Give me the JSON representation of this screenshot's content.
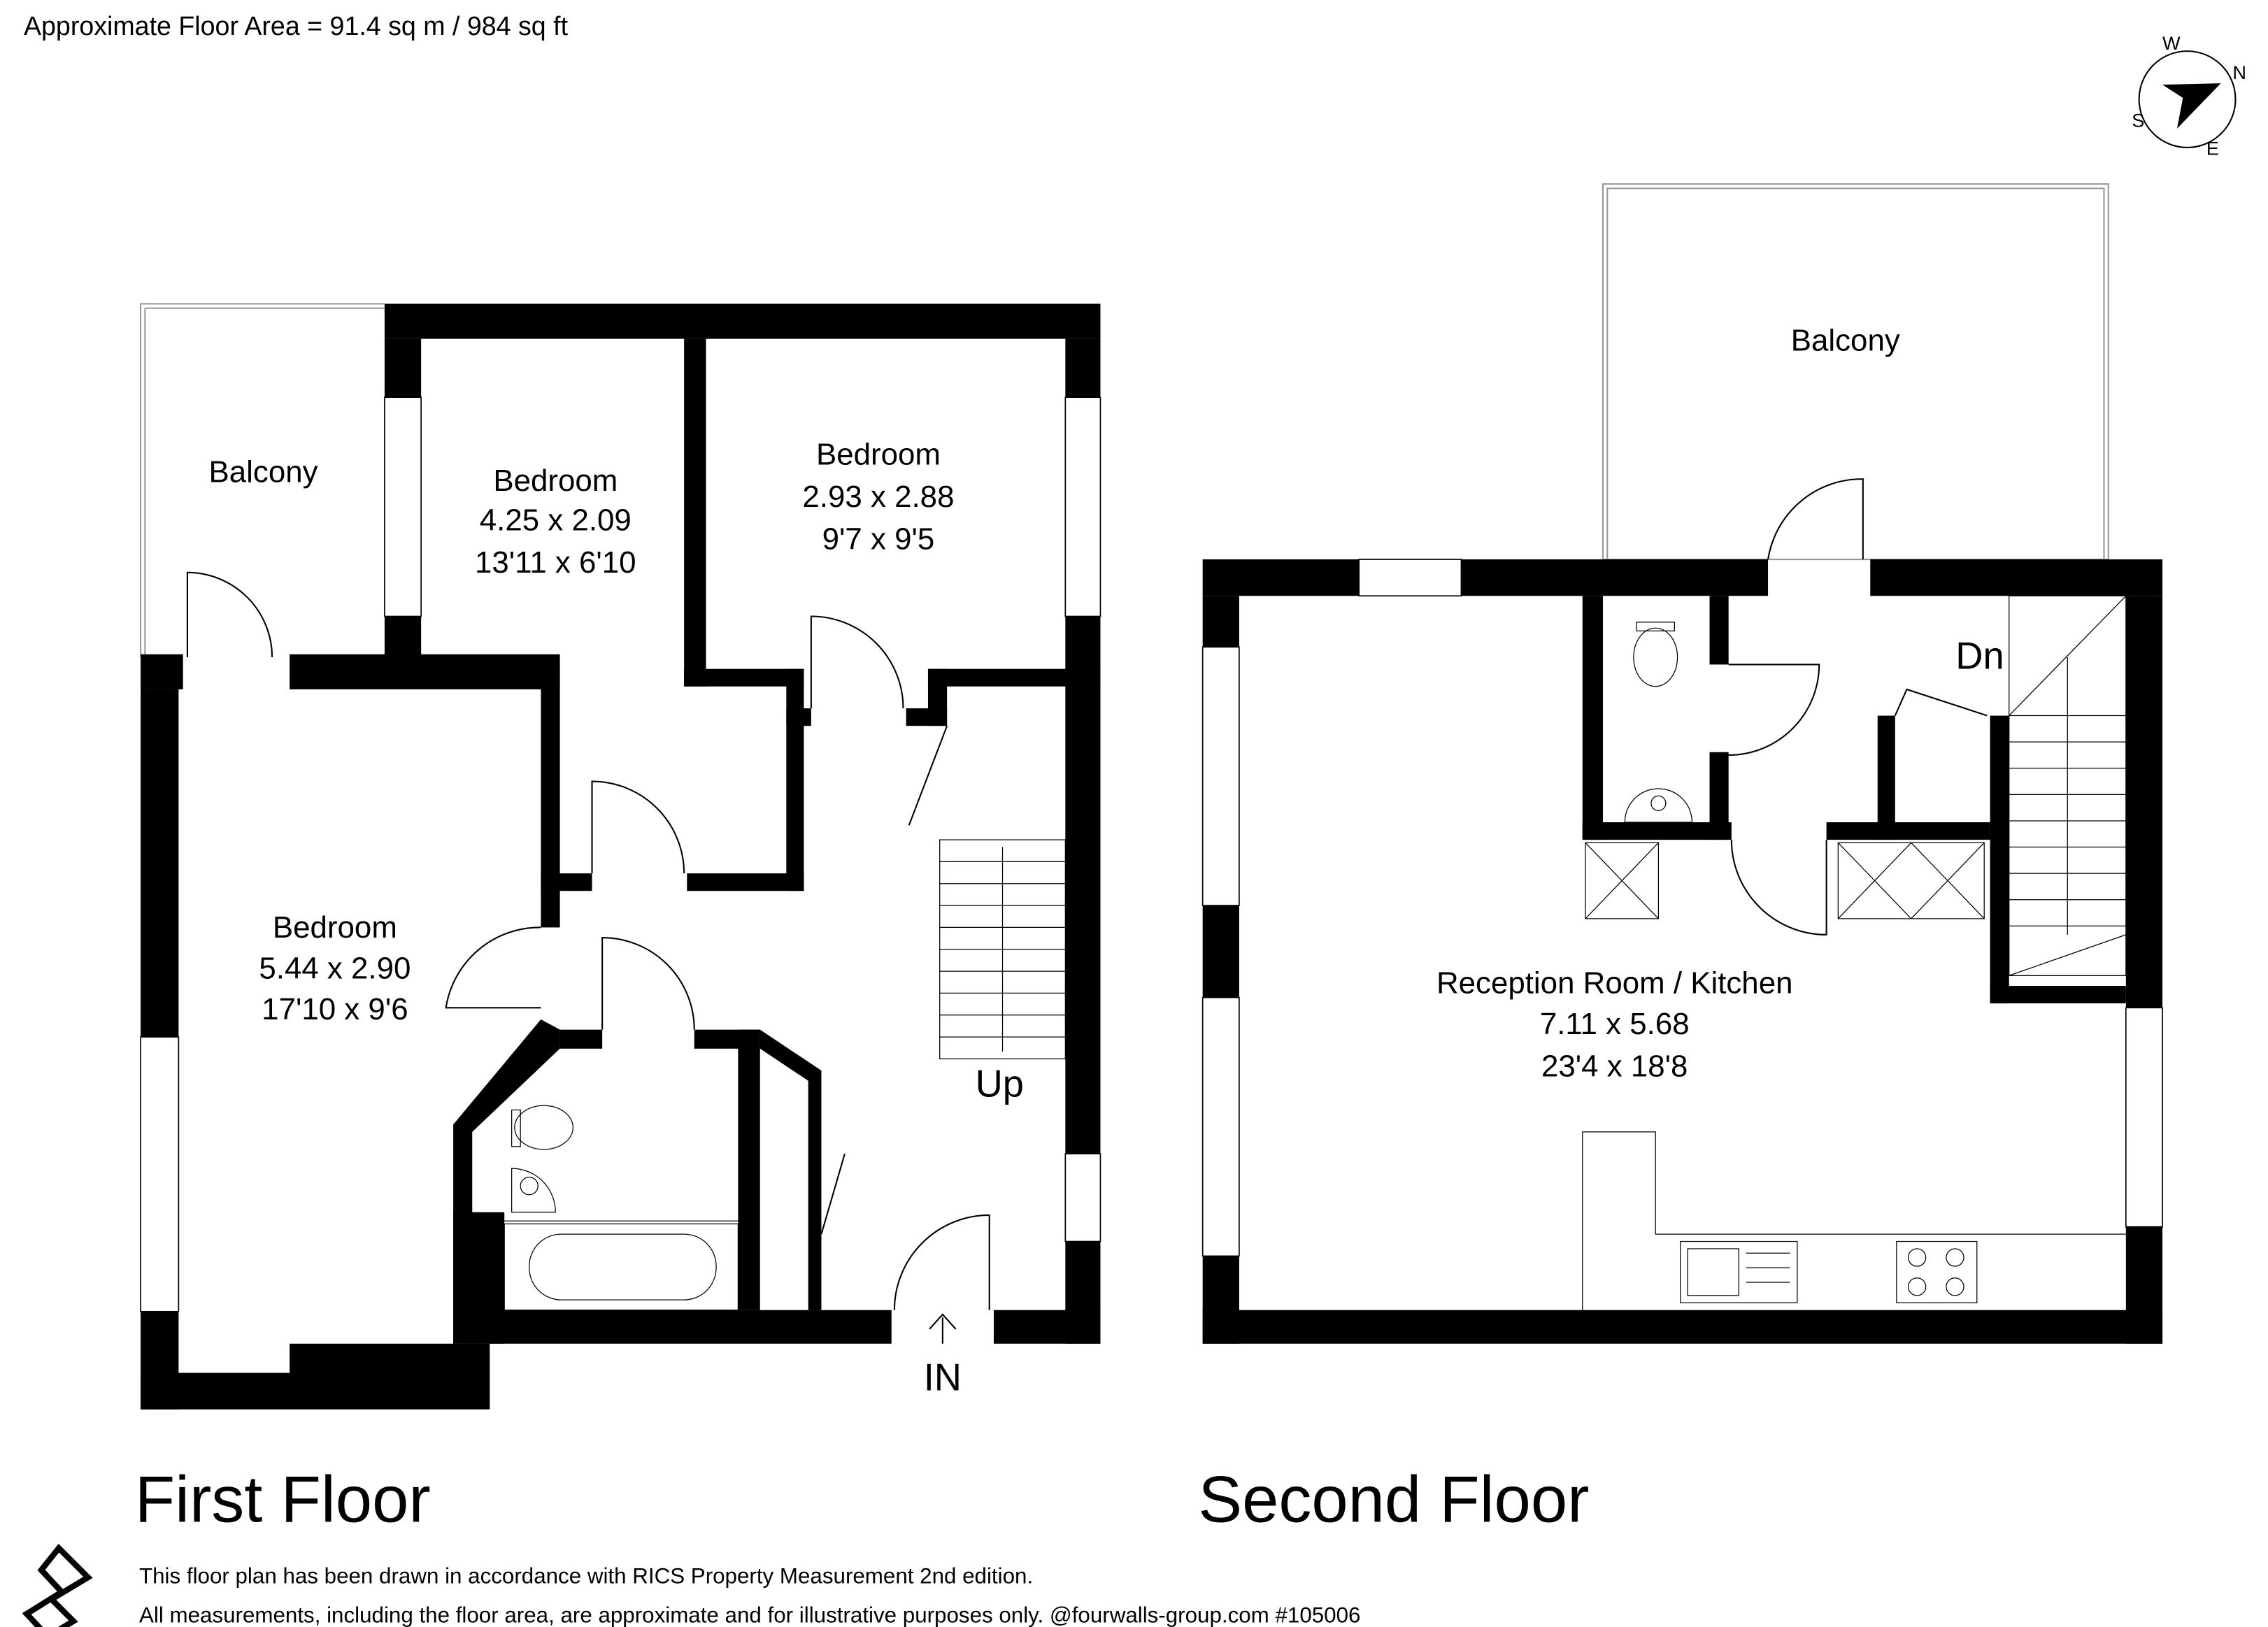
{
  "header": {
    "floor_area": "Approximate Floor Area = 91.4 sq m / 984 sq ft"
  },
  "compass": {
    "n": "N",
    "e": "E",
    "s": "S",
    "w": "W"
  },
  "first_floor": {
    "title": "First Floor",
    "balcony": "Balcony",
    "bedroom_a": {
      "name": "Bedroom",
      "metric": "4.25 x 2.09",
      "imperial": "13'11 x 6'10"
    },
    "bedroom_b": {
      "name": "Bedroom",
      "metric": "2.93 x 2.88",
      "imperial": "9'7 x 9'5"
    },
    "bedroom_c": {
      "name": "Bedroom",
      "metric": "5.44 x 2.90",
      "imperial": "17'10 x 9'6"
    },
    "up": "Up",
    "entrance": "IN"
  },
  "second_floor": {
    "title": "Second Floor",
    "balcony": "Balcony",
    "down": "Dn",
    "reception": {
      "name": "Reception Room / Kitchen",
      "metric": "7.11 x 5.68",
      "imperial": "23'4 x 18'8"
    }
  },
  "footer": {
    "line1": "This floor plan has been drawn in accordance with RICS Property Measurement 2nd edition.",
    "line2": "All measurements, including the floor area, are approximate and for illustrative purposes only. @fourwalls-group.com #105006"
  }
}
